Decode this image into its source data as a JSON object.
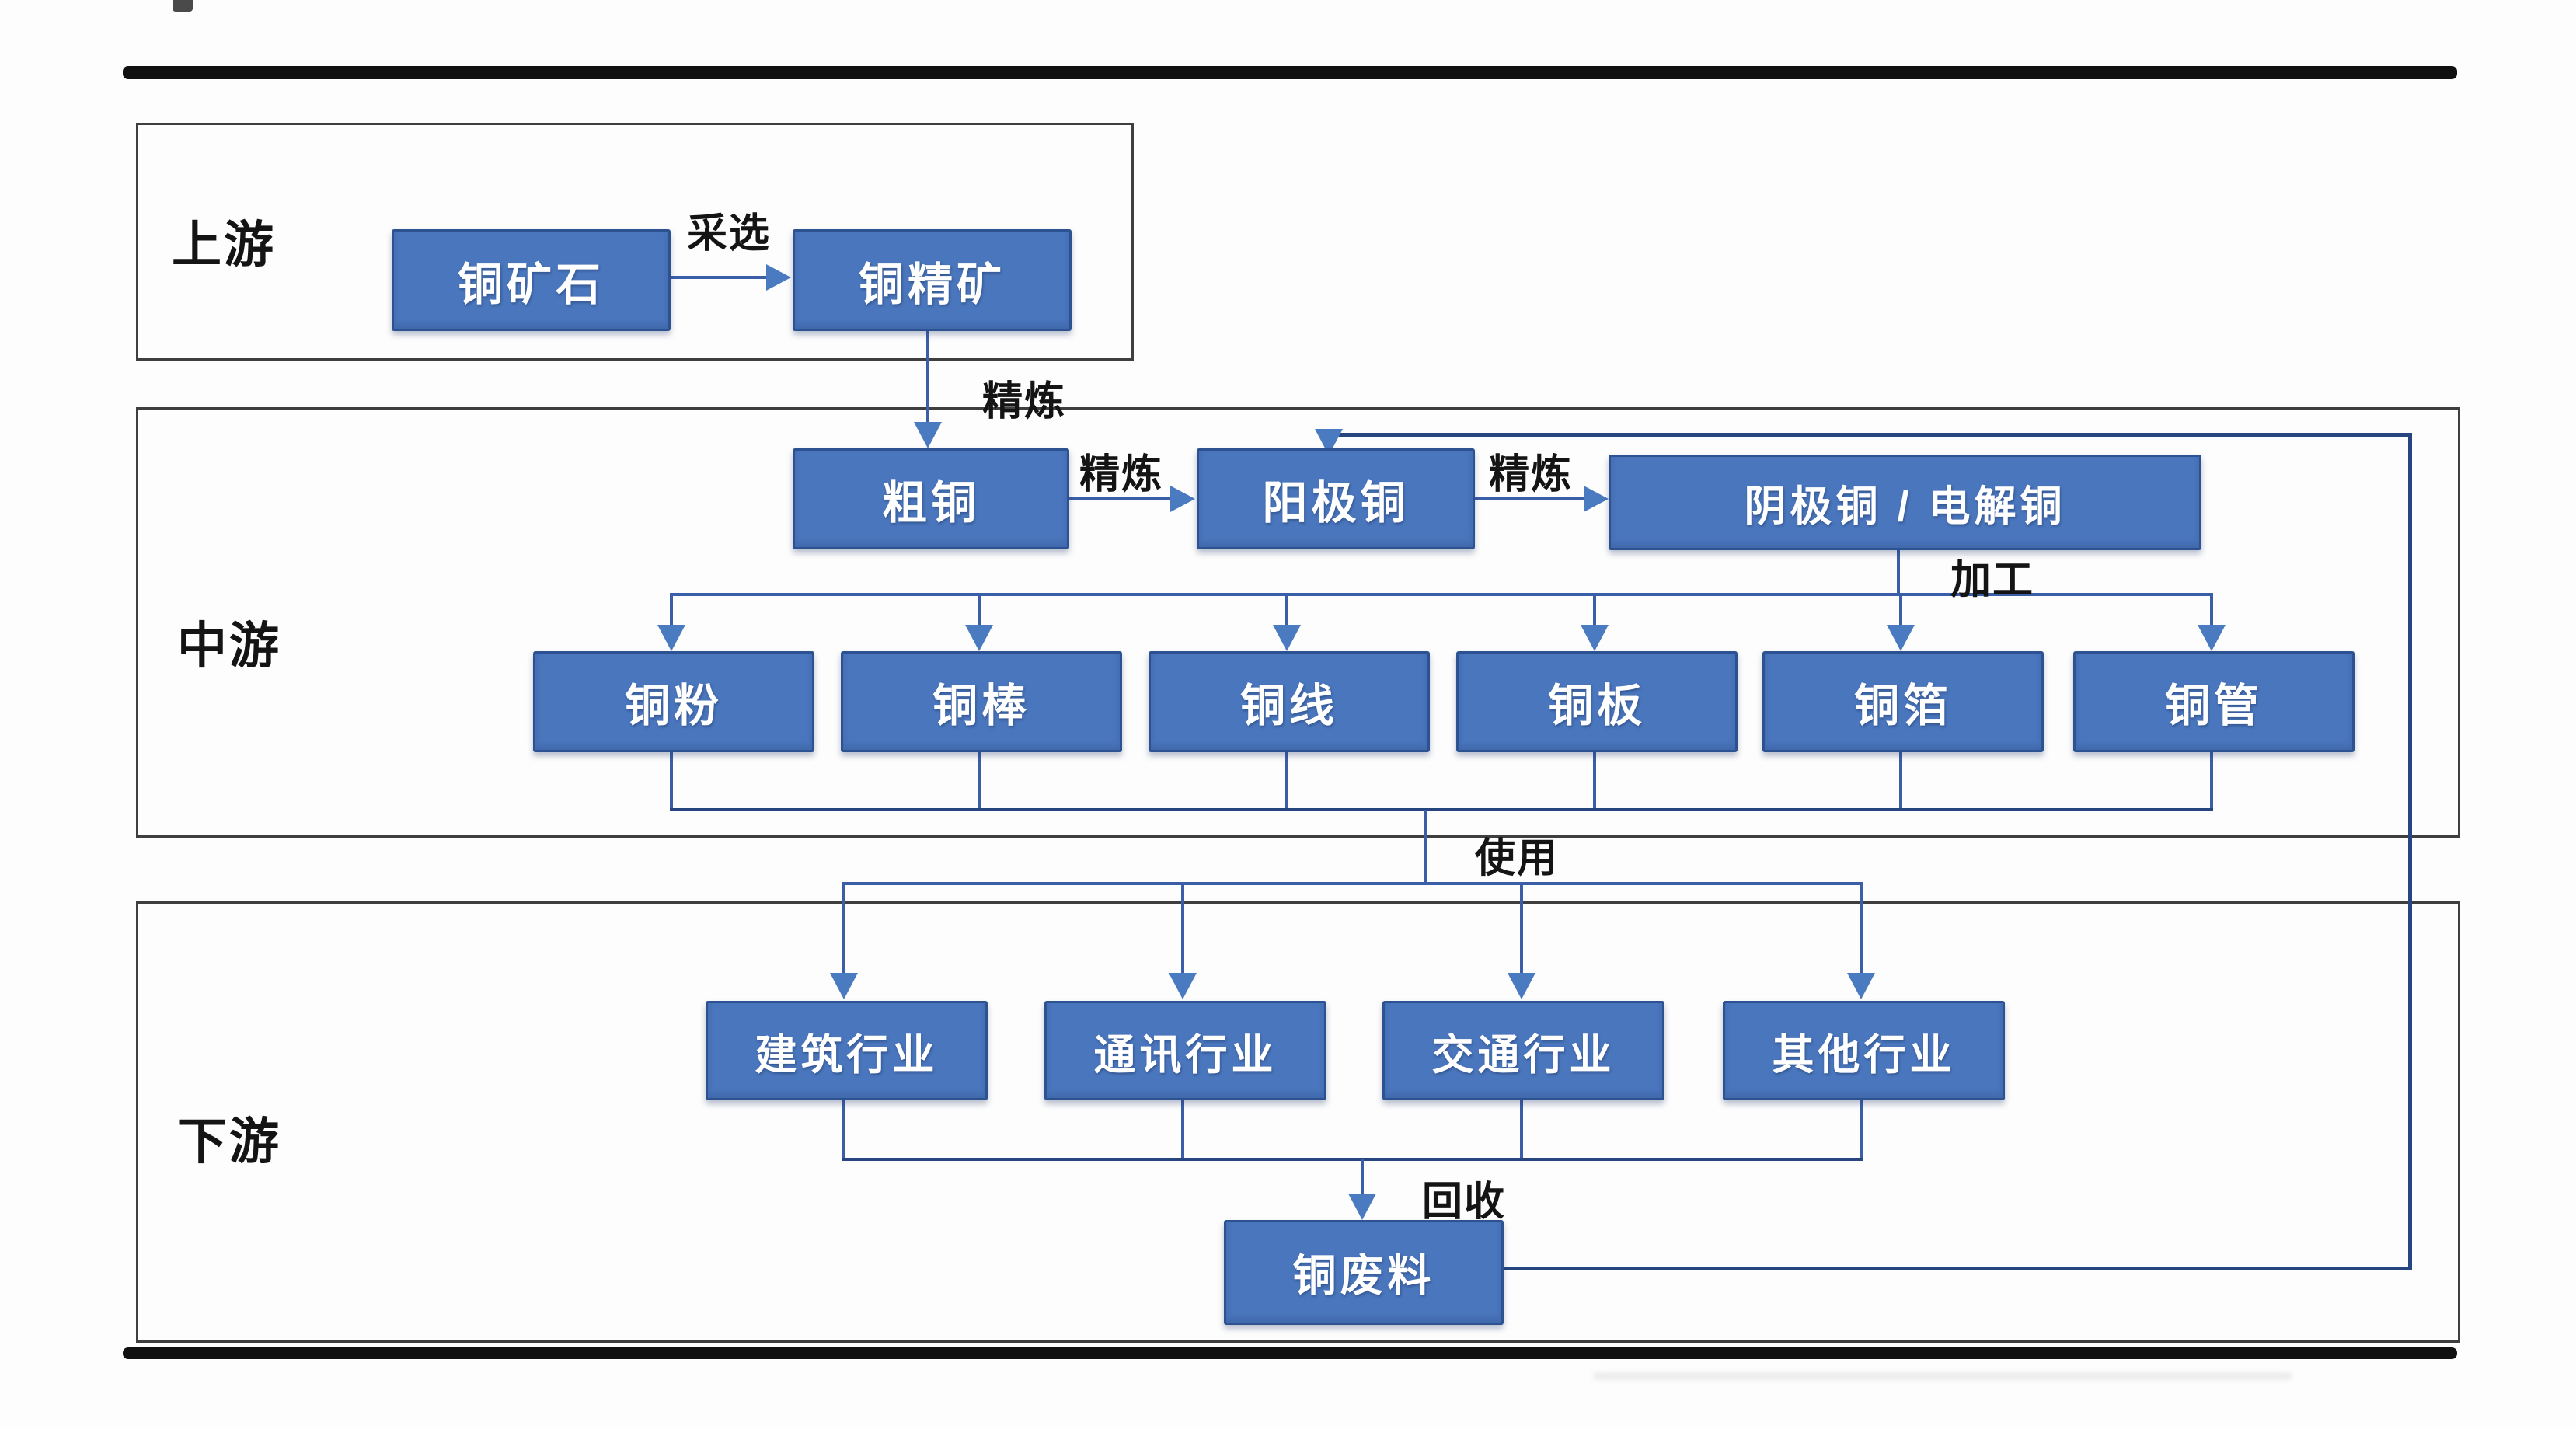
{
  "diagram": {
    "title_hint": "copper industry chain flowchart",
    "sections": {
      "upstream": {
        "label": "上游"
      },
      "midstream": {
        "label": "中游"
      },
      "downstream": {
        "label": "下游"
      }
    },
    "nodes": {
      "ore": "铜矿石",
      "concentrate": "铜精矿",
      "blister": "粗铜",
      "anode": "阳极铜",
      "cathode": "阴极铜 / 电解铜",
      "powder": "铜粉",
      "rod": "铜棒",
      "wire": "铜线",
      "plate": "铜板",
      "foil": "铜箔",
      "tube": "铜管",
      "construction": "建筑行业",
      "communication": "通讯行业",
      "transportation": "交通行业",
      "other": "其他行业",
      "scrap": "铜废料"
    },
    "edge_labels": {
      "mining": "采选",
      "refine_concentrate": "精炼",
      "refine_blister": "精炼",
      "refine_anode": "精炼",
      "processing": "加工",
      "use": "使用",
      "recycle": "回收"
    },
    "colors": {
      "box_fill": "#4a76bd",
      "box_border": "#2d5291",
      "box_text": "#ffffff",
      "connector": "#3a5fa8",
      "connector_dark": "#27457f",
      "arrowhead": "#4a7ac0",
      "frame_bar": "#101010",
      "section_border": "#3f3f3f",
      "label_text": "#141414"
    }
  }
}
